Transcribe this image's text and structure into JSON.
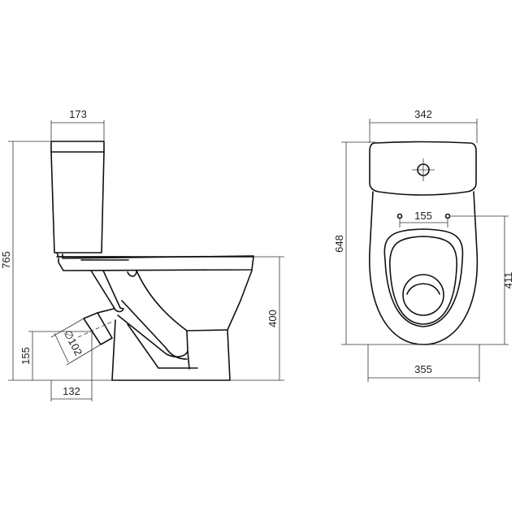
{
  "drawing": {
    "subject": "Close-coupled toilet technical drawing",
    "side_view": {
      "dimensions": {
        "tank_width": "173",
        "total_height": "765",
        "bowl_height": "400",
        "outlet_height": "155",
        "outlet_offset": "132",
        "outlet_diameter": "∅102"
      }
    },
    "top_view": {
      "dimensions": {
        "tank_width": "342",
        "total_depth": "648",
        "mounting_hole_spacing": "155",
        "hole_to_front": "411",
        "bowl_width": "355"
      }
    },
    "colors": {
      "line": "#111111",
      "dimension_line": "#333333",
      "background": "#ffffff"
    }
  }
}
